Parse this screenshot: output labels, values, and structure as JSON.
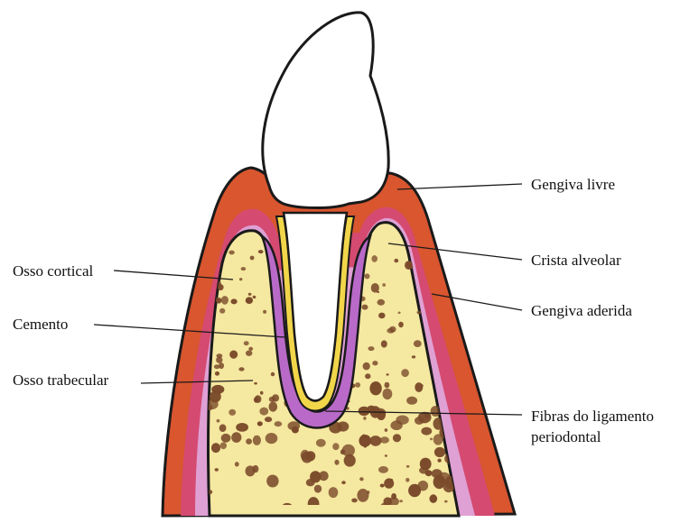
{
  "labels": {
    "gengiva_livre": "Gengiva livre",
    "crista_alveolar": "Crista alveolar",
    "gengiva_aderida": "Gengiva aderida",
    "fibras_line1": "Fibras do ligamento",
    "fibras_line2": "periodontal",
    "osso_cortical": "Osso cortical",
    "cemento": "Cemento",
    "osso_trabecular": "Osso trabecular"
  },
  "colors": {
    "background": "#ffffff",
    "outline": "#1a1a1a",
    "gingiva": "#d9562f",
    "gingiva_inner": "#cc2f55",
    "ligament": "#b96ac8",
    "ligament_light": "#e2a9d8",
    "cementum": "#f2d64a",
    "bone": "#f5e8a0",
    "bone_spots": "#7a4a2a"
  }
}
